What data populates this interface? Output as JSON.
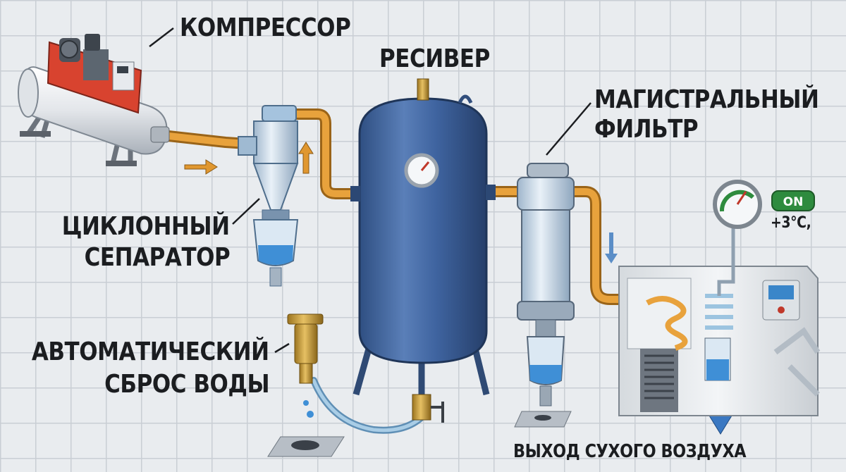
{
  "labels": {
    "compressor": "КОМПРЕССОР",
    "receiver": "РЕСИВЕР",
    "main_filter_line1": "МАГИСТРАЛЬНЫЙ",
    "main_filter_line2": "ФИЛЬТР",
    "cyclone_line1": "ЦИКЛОННЫЙ",
    "cyclone_line2": "СЕПАРАТОР",
    "drain_line1": "АВТОМАТИЧЕСКИЙ",
    "drain_line2": "СБРОС ВОДЫ",
    "dry_air_out": "ВЫХОД СУХОГО ВОЗДУХА"
  },
  "dryer": {
    "status": "ON",
    "temperature": "+3°C,"
  },
  "colors": {
    "pipe": "#e8a23c",
    "receiver": "#3d5f95",
    "compressor_accent": "#d8432f",
    "water": "#3f8fd6",
    "status_on": "#2e8b3e"
  }
}
